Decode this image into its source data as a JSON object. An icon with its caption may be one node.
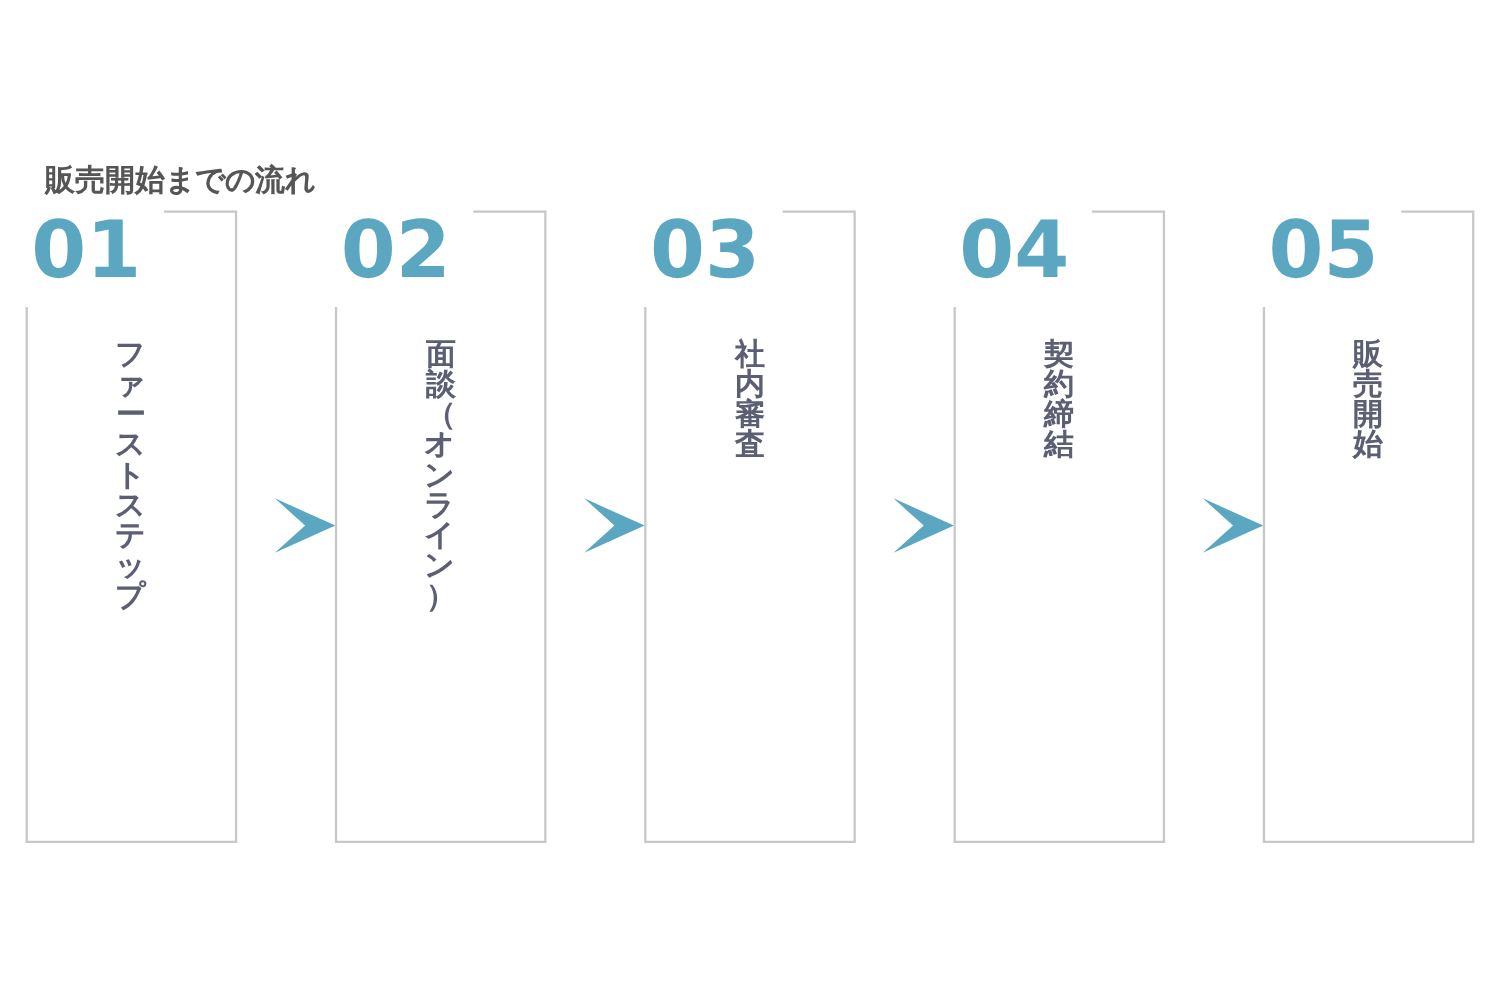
{
  "diagram": {
    "title": "販売開始までの流れ",
    "nodes": [
      {
        "text": [
          "01",
          "ファーストステップ"
        ]
      },
      {
        "text": [
          "02",
          "面談（オンライン）"
        ]
      },
      {
        "text": [
          "03",
          "社内審査"
        ]
      },
      {
        "text": [
          "04",
          "契約締結"
        ]
      },
      {
        "text": [
          "05",
          "販売開始"
        ]
      }
    ],
    "edges": [
      {
        "from": 0,
        "to": 1,
        "arrow": "to"
      },
      {
        "from": 1,
        "to": 2,
        "arrow": "to"
      },
      {
        "from": 2,
        "to": 3,
        "arrow": "to"
      },
      {
        "from": 3,
        "to": 4,
        "arrow": "to"
      }
    ]
  }
}
